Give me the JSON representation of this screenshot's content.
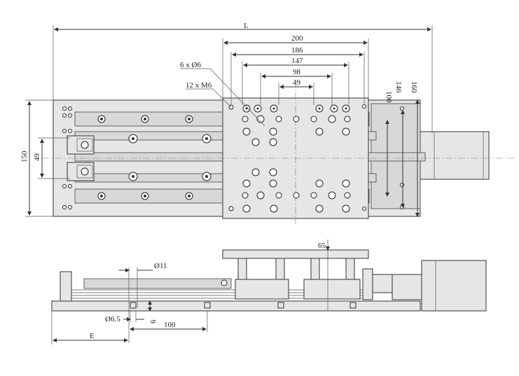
{
  "colors": {
    "background": "#ffffff",
    "line": "#333333",
    "plate": "#e6e6e6",
    "rail": "#d8d8d8"
  },
  "dimensions": {
    "overall_length": "L",
    "width_200": "200",
    "width_186": "186",
    "width_147": "147",
    "width_98": "98",
    "width_49": "49",
    "height_100": "100",
    "height_146": "146",
    "height_160": "160",
    "base_width_150": "150",
    "rail_spacing_49": "49",
    "holes_6x6": "6 x Ø6",
    "holes_12xM6": "12 x M6",
    "height_65": "65",
    "dia_11": "Ø11",
    "dia_6_5": "Ø6.5",
    "depth_6": "6",
    "pitch_100": "100",
    "offset_E": "E"
  }
}
